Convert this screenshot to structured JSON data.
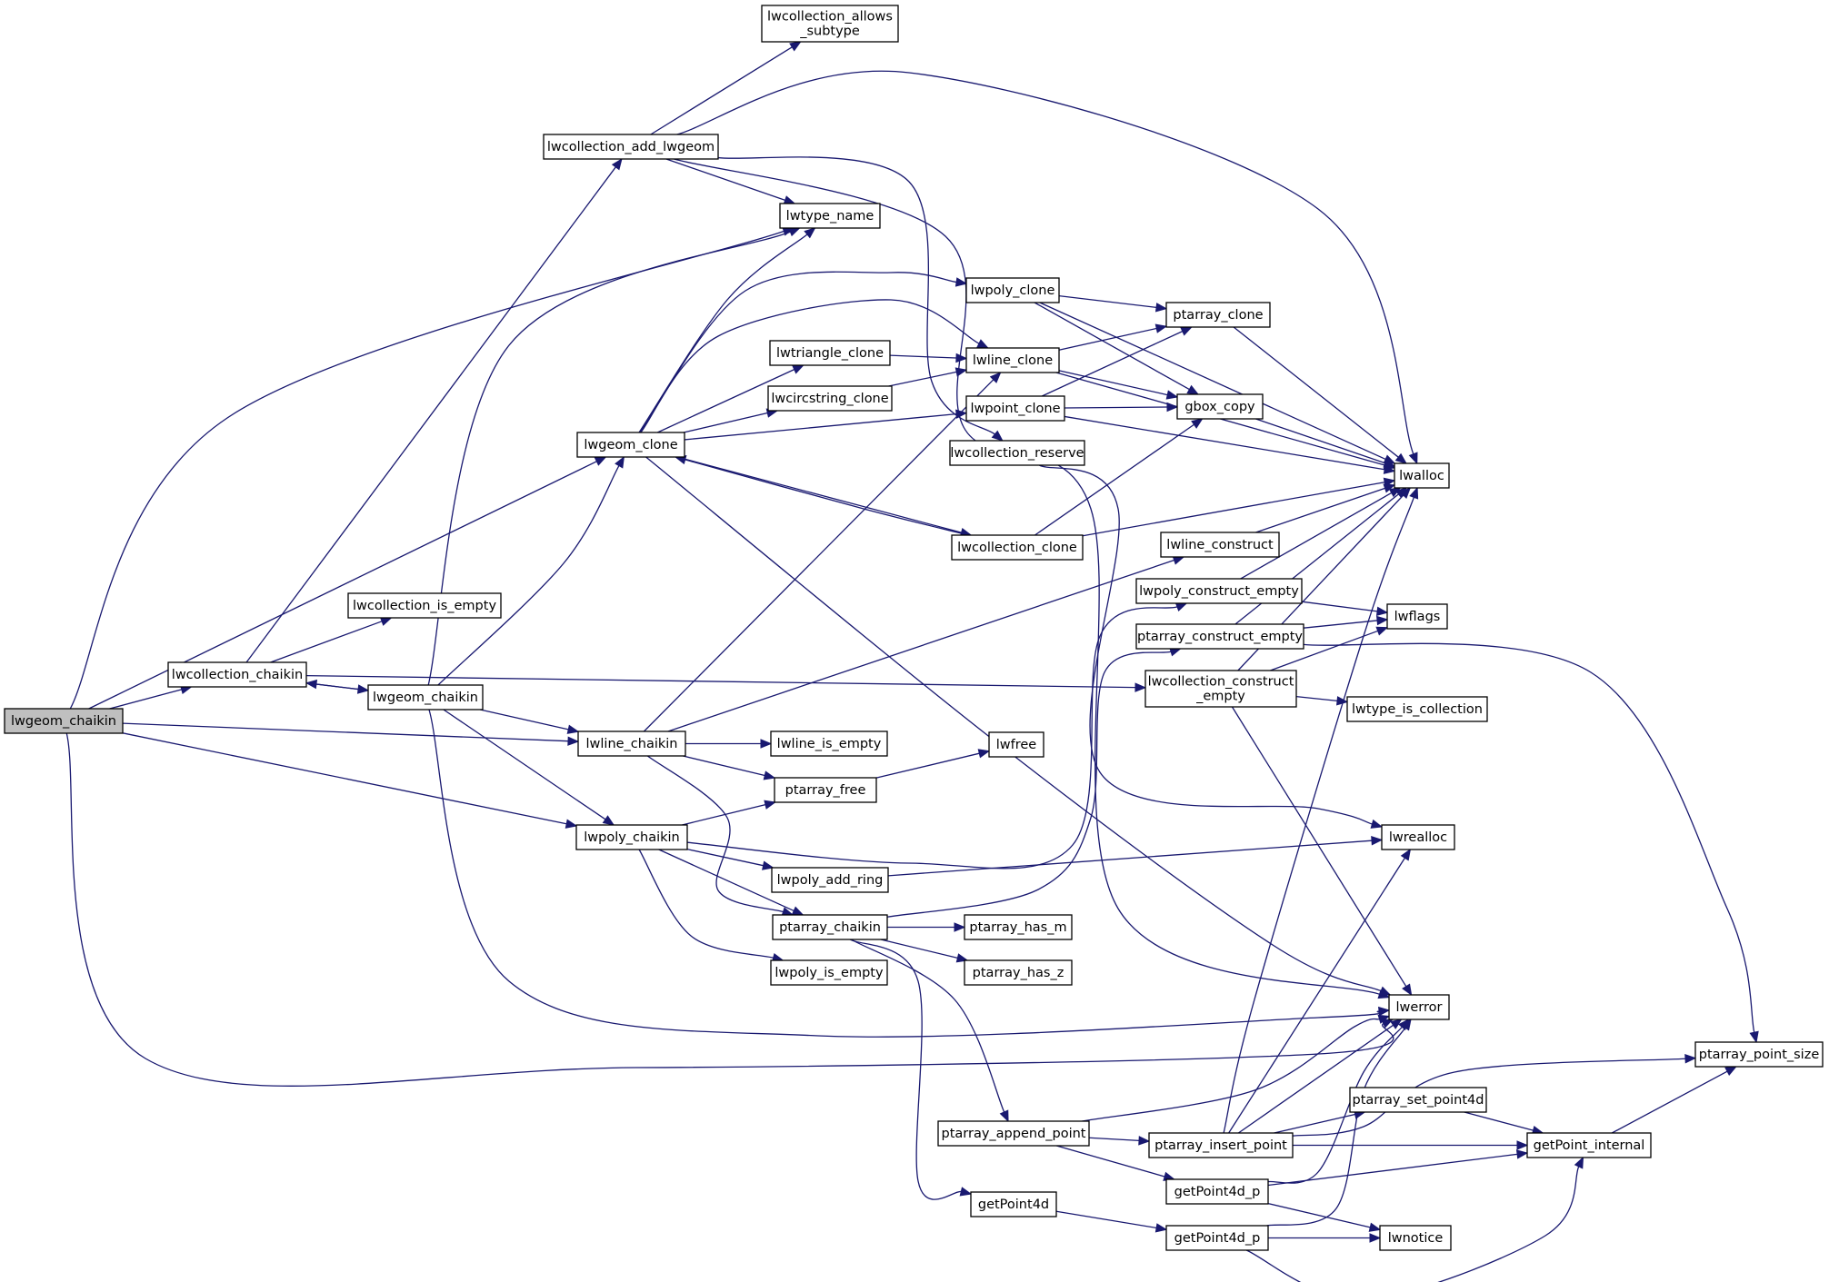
{
  "diagram": {
    "type": "call-graph",
    "root": "lwgeom_chaikin",
    "colors": {
      "edge": "#191970",
      "root_fill": "#bfbfbf",
      "node_fill": "#ffffff",
      "border": "#000000"
    },
    "nodes": [
      {
        "id": "lwgeom_chaikin_root",
        "lines": [
          "lwgeom_chaikin"
        ],
        "root": true
      },
      {
        "id": "lwcollection_allows_subtype",
        "lines": [
          "lwcollection_allows",
          "_subtype"
        ]
      },
      {
        "id": "lwcollection_add_lwgeom",
        "lines": [
          "lwcollection_add_lwgeom"
        ]
      },
      {
        "id": "lwtype_name",
        "lines": [
          "lwtype_name"
        ]
      },
      {
        "id": "lwpoly_clone",
        "lines": [
          "lwpoly_clone"
        ]
      },
      {
        "id": "ptarray_clone",
        "lines": [
          "ptarray_clone"
        ]
      },
      {
        "id": "lwtriangle_clone",
        "lines": [
          "lwtriangle_clone"
        ]
      },
      {
        "id": "lwline_clone",
        "lines": [
          "lwline_clone"
        ]
      },
      {
        "id": "lwcircstring_clone",
        "lines": [
          "lwcircstring_clone"
        ]
      },
      {
        "id": "lwpoint_clone",
        "lines": [
          "lwpoint_clone"
        ]
      },
      {
        "id": "gbox_copy",
        "lines": [
          "gbox_copy"
        ]
      },
      {
        "id": "lwgeom_clone",
        "lines": [
          "lwgeom_clone"
        ]
      },
      {
        "id": "lwcollection_reserve",
        "lines": [
          "lwcollection_reserve"
        ]
      },
      {
        "id": "lwalloc",
        "lines": [
          "lwalloc"
        ]
      },
      {
        "id": "lwcollection_clone",
        "lines": [
          "lwcollection_clone"
        ]
      },
      {
        "id": "lwline_construct",
        "lines": [
          "lwline_construct"
        ]
      },
      {
        "id": "lwcollection_is_empty",
        "lines": [
          "lwcollection_is_empty"
        ]
      },
      {
        "id": "lwpoly_construct_empty",
        "lines": [
          "lwpoly_construct_empty"
        ]
      },
      {
        "id": "lwflags",
        "lines": [
          "lwflags"
        ]
      },
      {
        "id": "ptarray_construct_empty",
        "lines": [
          "ptarray_construct_empty"
        ]
      },
      {
        "id": "lwcollection_chaikin",
        "lines": [
          "lwcollection_chaikin"
        ]
      },
      {
        "id": "lwcollection_construct_empty",
        "lines": [
          "lwcollection_construct",
          "_empty"
        ]
      },
      {
        "id": "lwgeom_chaikin",
        "lines": [
          "lwgeom_chaikin"
        ]
      },
      {
        "id": "lwtype_is_collection",
        "lines": [
          "lwtype_is_collection"
        ]
      },
      {
        "id": "lwline_chaikin",
        "lines": [
          "lwline_chaikin"
        ]
      },
      {
        "id": "lwline_is_empty",
        "lines": [
          "lwline_is_empty"
        ]
      },
      {
        "id": "lwfree",
        "lines": [
          "lwfree"
        ]
      },
      {
        "id": "ptarray_free",
        "lines": [
          "ptarray_free"
        ]
      },
      {
        "id": "lwpoly_chaikin",
        "lines": [
          "lwpoly_chaikin"
        ]
      },
      {
        "id": "lwrealloc",
        "lines": [
          "lwrealloc"
        ]
      },
      {
        "id": "lwpoly_add_ring",
        "lines": [
          "lwpoly_add_ring"
        ]
      },
      {
        "id": "ptarray_chaikin",
        "lines": [
          "ptarray_chaikin"
        ]
      },
      {
        "id": "ptarray_has_m",
        "lines": [
          "ptarray_has_m"
        ]
      },
      {
        "id": "lwpoly_is_empty",
        "lines": [
          "lwpoly_is_empty"
        ]
      },
      {
        "id": "ptarray_has_z",
        "lines": [
          "ptarray_has_z"
        ]
      },
      {
        "id": "lwerror",
        "lines": [
          "lwerror"
        ]
      },
      {
        "id": "ptarray_point_size",
        "lines": [
          "ptarray_point_size"
        ]
      },
      {
        "id": "ptarray_set_point4d",
        "lines": [
          "ptarray_set_point4d"
        ]
      },
      {
        "id": "ptarray_append_point",
        "lines": [
          "ptarray_append_point"
        ]
      },
      {
        "id": "ptarray_insert_point",
        "lines": [
          "ptarray_insert_point"
        ]
      },
      {
        "id": "getPoint_internal",
        "lines": [
          "getPoint_internal"
        ]
      },
      {
        "id": "getPoint4d_p_a",
        "lines": [
          "getPoint4d_p"
        ]
      },
      {
        "id": "getPoint4d",
        "lines": [
          "getPoint4d"
        ]
      },
      {
        "id": "getPoint4d_p_b",
        "lines": [
          "getPoint4d_p"
        ]
      },
      {
        "id": "lwnotice",
        "lines": [
          "lwnotice"
        ]
      }
    ],
    "edges": [
      [
        "lwgeom_chaikin_root",
        "lwcollection_chaikin"
      ],
      [
        "lwgeom_chaikin_root",
        "lwgeom_clone"
      ],
      [
        "lwgeom_chaikin_root",
        "lwtype_name"
      ],
      [
        "lwgeom_chaikin_root",
        "lwline_chaikin"
      ],
      [
        "lwgeom_chaikin_root",
        "lwpoly_chaikin"
      ],
      [
        "lwgeom_chaikin_root",
        "lwerror"
      ],
      [
        "lwcollection_chaikin",
        "lwcollection_add_lwgeom"
      ],
      [
        "lwcollection_chaikin",
        "lwcollection_is_empty"
      ],
      [
        "lwcollection_chaikin",
        "lwgeom_chaikin"
      ],
      [
        "lwcollection_chaikin",
        "lwcollection_construct_empty"
      ],
      [
        "lwgeom_chaikin",
        "lwcollection_chaikin"
      ],
      [
        "lwgeom_chaikin",
        "lwtype_name"
      ],
      [
        "lwgeom_chaikin",
        "lwgeom_clone"
      ],
      [
        "lwgeom_chaikin",
        "lwline_chaikin"
      ],
      [
        "lwgeom_chaikin",
        "lwpoly_chaikin"
      ],
      [
        "lwgeom_chaikin",
        "lwerror"
      ],
      [
        "lwcollection_add_lwgeom",
        "lwcollection_allows_subtype"
      ],
      [
        "lwcollection_add_lwgeom",
        "lwtype_name"
      ],
      [
        "lwcollection_add_lwgeom",
        "lwalloc"
      ],
      [
        "lwcollection_add_lwgeom",
        "lwcollection_reserve"
      ],
      [
        "lwcollection_add_lwgeom",
        "lwerror"
      ],
      [
        "lwgeom_clone",
        "lwtype_name"
      ],
      [
        "lwgeom_clone",
        "lwpoly_clone"
      ],
      [
        "lwgeom_clone",
        "lwline_clone"
      ],
      [
        "lwgeom_clone",
        "lwtriangle_clone"
      ],
      [
        "lwgeom_clone",
        "lwcircstring_clone"
      ],
      [
        "lwgeom_clone",
        "lwpoint_clone"
      ],
      [
        "lwgeom_clone",
        "lwcollection_clone"
      ],
      [
        "lwgeom_clone",
        "lwerror"
      ],
      [
        "lwcollection_clone",
        "lwgeom_clone"
      ],
      [
        "lwcollection_clone",
        "gbox_copy"
      ],
      [
        "lwcollection_clone",
        "lwalloc"
      ],
      [
        "lwpoly_clone",
        "ptarray_clone"
      ],
      [
        "lwpoly_clone",
        "gbox_copy"
      ],
      [
        "lwpoly_clone",
        "lwalloc"
      ],
      [
        "lwtriangle_clone",
        "lwline_clone"
      ],
      [
        "lwcircstring_clone",
        "lwline_clone"
      ],
      [
        "lwline_clone",
        "ptarray_clone"
      ],
      [
        "lwline_clone",
        "gbox_copy"
      ],
      [
        "lwline_clone",
        "lwalloc"
      ],
      [
        "lwpoint_clone",
        "ptarray_clone"
      ],
      [
        "lwpoint_clone",
        "gbox_copy"
      ],
      [
        "lwpoint_clone",
        "lwalloc"
      ],
      [
        "ptarray_clone",
        "lwalloc"
      ],
      [
        "gbox_copy",
        "lwalloc"
      ],
      [
        "lwcollection_reserve",
        "lwrealloc"
      ],
      [
        "lwline_construct",
        "lwalloc"
      ],
      [
        "lwpoly_construct_empty",
        "lwalloc"
      ],
      [
        "lwpoly_construct_empty",
        "lwflags"
      ],
      [
        "ptarray_construct_empty",
        "lwalloc"
      ],
      [
        "ptarray_construct_empty",
        "lwflags"
      ],
      [
        "ptarray_construct_empty",
        "ptarray_point_size"
      ],
      [
        "lwcollection_construct_empty",
        "lwalloc"
      ],
      [
        "lwcollection_construct_empty",
        "lwflags"
      ],
      [
        "lwcollection_construct_empty",
        "lwtype_is_collection"
      ],
      [
        "lwcollection_construct_empty",
        "lwerror"
      ],
      [
        "lwline_chaikin",
        "lwline_clone"
      ],
      [
        "lwline_chaikin",
        "lwline_construct"
      ],
      [
        "lwline_chaikin",
        "lwline_is_empty"
      ],
      [
        "lwline_chaikin",
        "ptarray_free"
      ],
      [
        "lwline_chaikin",
        "ptarray_chaikin"
      ],
      [
        "lwpoly_chaikin",
        "ptarray_free"
      ],
      [
        "lwpoly_chaikin",
        "lwpoly_construct_empty"
      ],
      [
        "lwpoly_chaikin",
        "lwpoly_add_ring"
      ],
      [
        "lwpoly_chaikin",
        "ptarray_chaikin"
      ],
      [
        "lwpoly_chaikin",
        "lwpoly_is_empty"
      ],
      [
        "ptarray_free",
        "lwfree"
      ],
      [
        "lwpoly_add_ring",
        "lwrealloc"
      ],
      [
        "ptarray_chaikin",
        "ptarray_construct_empty"
      ],
      [
        "ptarray_chaikin",
        "ptarray_has_m"
      ],
      [
        "ptarray_chaikin",
        "ptarray_has_z"
      ],
      [
        "ptarray_chaikin",
        "ptarray_append_point"
      ],
      [
        "ptarray_chaikin",
        "getPoint4d"
      ],
      [
        "ptarray_append_point",
        "lwerror"
      ],
      [
        "ptarray_append_point",
        "ptarray_insert_point"
      ],
      [
        "ptarray_append_point",
        "getPoint4d_p_a"
      ],
      [
        "ptarray_insert_point",
        "lwalloc"
      ],
      [
        "ptarray_insert_point",
        "lwrealloc"
      ],
      [
        "ptarray_insert_point",
        "lwerror"
      ],
      [
        "ptarray_insert_point",
        "ptarray_point_size"
      ],
      [
        "ptarray_insert_point",
        "ptarray_set_point4d"
      ],
      [
        "ptarray_insert_point",
        "getPoint_internal"
      ],
      [
        "ptarray_set_point4d",
        "getPoint_internal"
      ],
      [
        "getPoint_internal",
        "ptarray_point_size"
      ],
      [
        "getPoint4d_p_a",
        "lwerror"
      ],
      [
        "getPoint4d_p_a",
        "getPoint_internal"
      ],
      [
        "getPoint4d_p_a",
        "lwnotice"
      ],
      [
        "getPoint4d",
        "getPoint4d_p_b"
      ],
      [
        "getPoint4d_p_b",
        "lwerror"
      ],
      [
        "getPoint4d_p_b",
        "getPoint_internal"
      ],
      [
        "getPoint4d_p_b",
        "lwnotice"
      ]
    ]
  }
}
